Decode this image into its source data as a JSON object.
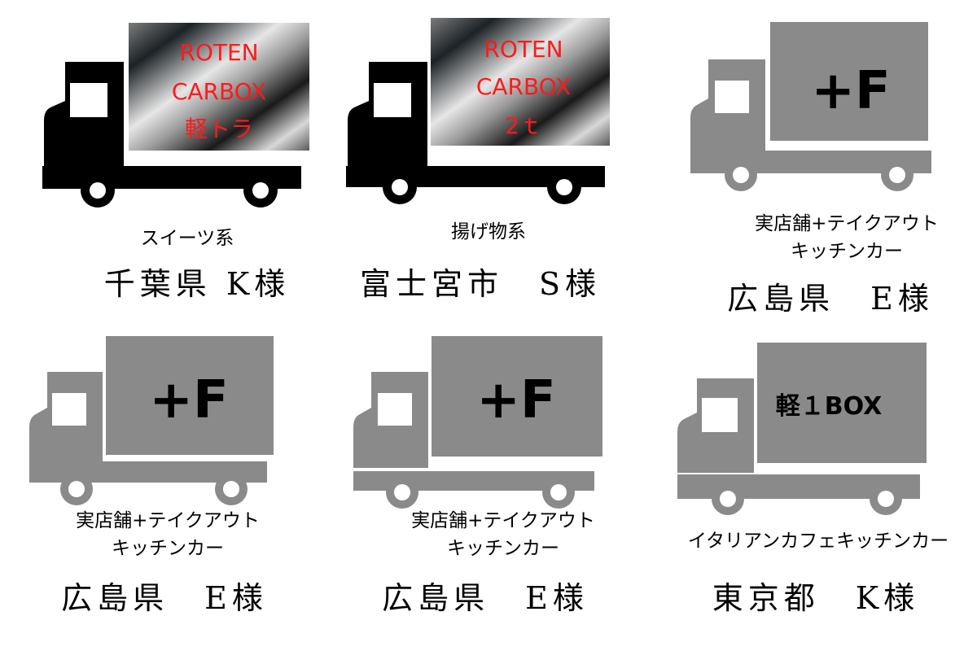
{
  "colors": {
    "truck_black": "#000000",
    "truck_gray": "#8a8a8a",
    "roten_text": "#ff1a1a",
    "box_label_black": "#000000"
  },
  "items": [
    {
      "box_lines": [
        "ROTEN",
        "CARBOX",
        "軽トラ"
      ],
      "category": [
        "スイーツ系"
      ],
      "customer": "千葉県 K様"
    },
    {
      "box_lines": [
        "ROTEN",
        "CARBOX",
        "2ｔ"
      ],
      "category": [
        "揚げ物系"
      ],
      "customer": "富士宮市　S様"
    },
    {
      "box_lines": [
        "+F"
      ],
      "category": [
        "実店舗+テイクアウト",
        "キッチンカー"
      ],
      "customer": "広島県　E様"
    },
    {
      "box_lines": [
        "+F"
      ],
      "category": [
        "実店舗+テイクアウト",
        "キッチンカー"
      ],
      "customer": "広島県　E様"
    },
    {
      "box_lines": [
        "+F"
      ],
      "category": [
        "実店舗+テイクアウト",
        "キッチンカー"
      ],
      "customer": "広島県　E様"
    },
    {
      "box_lines": [
        "軽１BOX"
      ],
      "category": [
        "イタリアンカフェキッチンカー"
      ],
      "customer": "東京都　K様"
    }
  ]
}
